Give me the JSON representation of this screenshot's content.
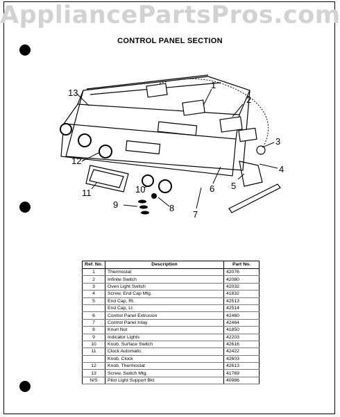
{
  "watermark": "AppliancePartsPros.com",
  "title": "CONTROL PANEL SECTION",
  "callouts": [
    "1",
    "2",
    "3",
    "4",
    "5",
    "6",
    "7",
    "8",
    "9",
    "10",
    "11",
    "12",
    "13"
  ],
  "table": {
    "headers": {
      "ref": "Ref. No.",
      "description": "Description",
      "part": "Part No."
    },
    "rows": [
      {
        "ref": "1",
        "description": "Thermostat",
        "part": "42076"
      },
      {
        "ref": "2",
        "description": "Infinite Switch",
        "part": "42080"
      },
      {
        "ref": "3",
        "description": "Oven Light Switch",
        "part": "42032"
      },
      {
        "ref": "4",
        "description": "Screw, End Cap Mtg.",
        "part": "41832"
      },
      {
        "ref": "5",
        "description": "End Cap, Rt.",
        "part": "42513"
      },
      {
        "ref": "",
        "description": "End Cap, Lt.",
        "part": "42514"
      },
      {
        "ref": "6",
        "description": "Control Panel Extrusion",
        "part": "42460"
      },
      {
        "ref": "7",
        "description": "Control Panel Inlay",
        "part": "42464"
      },
      {
        "ref": "8",
        "description": "Knurl Nut",
        "part": "41850"
      },
      {
        "ref": "9",
        "description": "Indicator Lights",
        "part": "42203"
      },
      {
        "ref": "10",
        "description": "Knob, Surface Switch",
        "part": "42616"
      },
      {
        "ref": "11",
        "description": "Clock Automatic",
        "part": "42422"
      },
      {
        "ref": "",
        "description": "Knob, Clock",
        "part": "42603"
      },
      {
        "ref": "12",
        "description": "Knob, Thermostat",
        "part": "42613"
      },
      {
        "ref": "13",
        "description": "Screw, Switch Mtg.",
        "part": "41769"
      },
      {
        "ref": "N/S",
        "description": "Pilot Light Support Bkt",
        "part": "40986"
      }
    ]
  }
}
